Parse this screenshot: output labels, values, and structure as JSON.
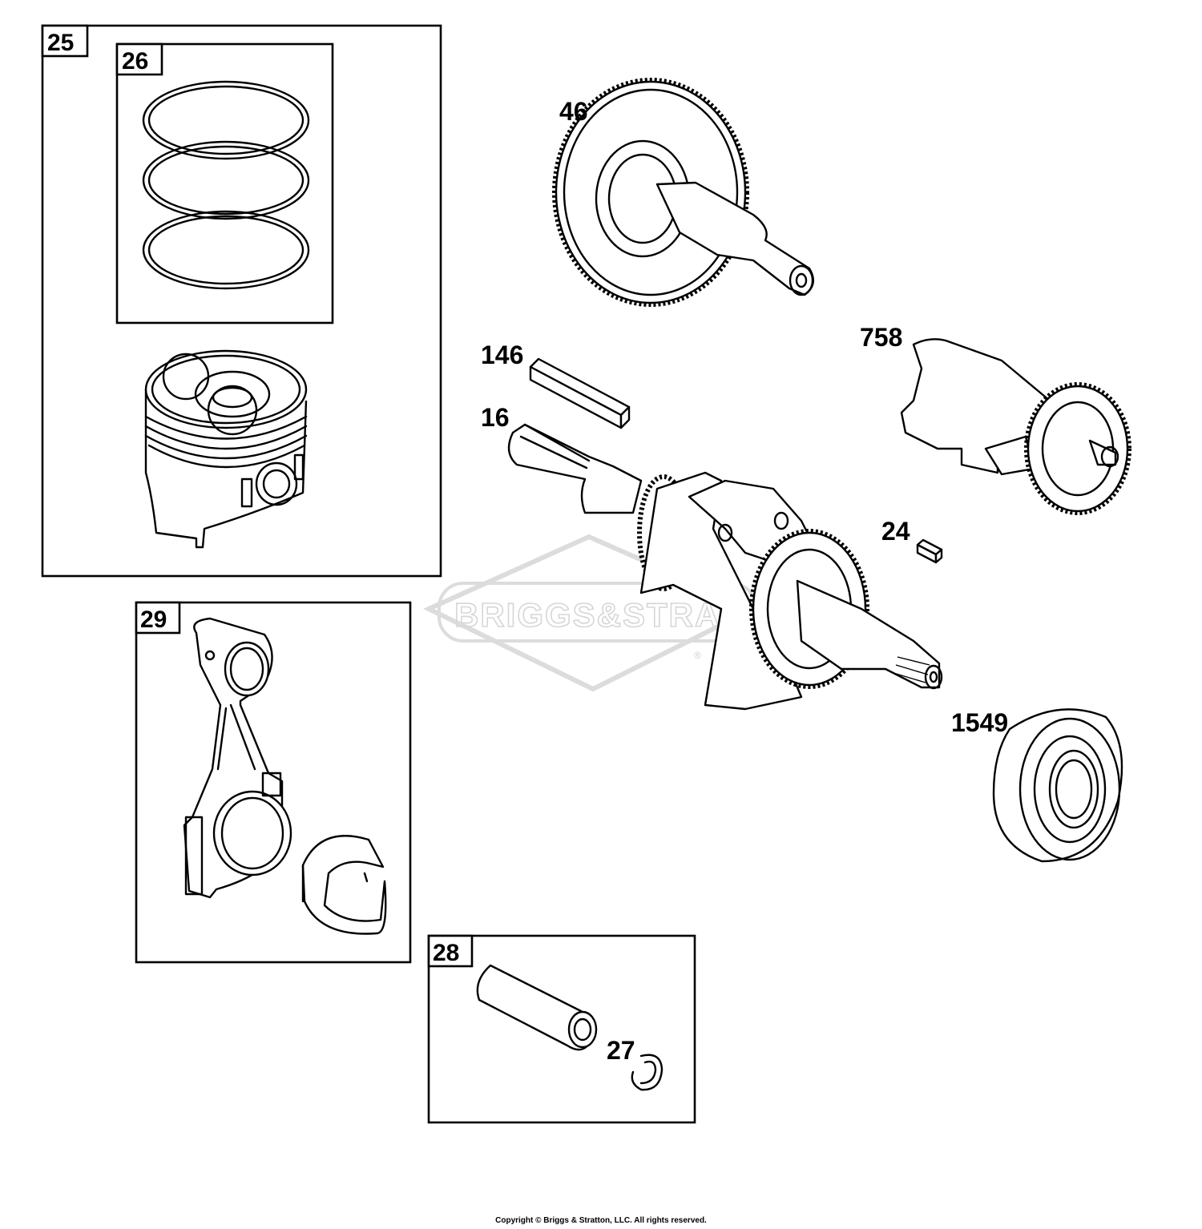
{
  "watermark": {
    "text": "BRIGGS&STRATTON",
    "registered": "®"
  },
  "callouts": {
    "c46": "46",
    "c758": "758",
    "c146": "146",
    "c16": "16",
    "c24": "24",
    "c1549": "1549",
    "c27": "27"
  },
  "boxes": {
    "b25": "25",
    "b26": "26",
    "b29": "29",
    "b28": "28"
  },
  "footer": {
    "copyright": "Copyright © Briggs & Stratton, LLC. All rights reserved."
  }
}
